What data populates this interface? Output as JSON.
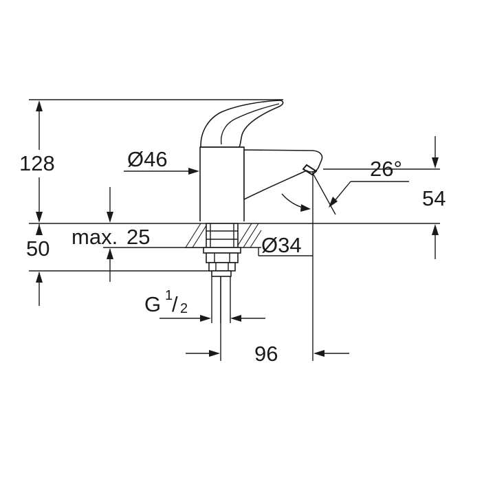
{
  "dimensions": {
    "height_total": "128",
    "max_deck": "max.",
    "max_deck_value": "25",
    "height_below": "50",
    "body_diameter": "Ø46",
    "base_diameter": "Ø34",
    "thread_main": "G",
    "thread_num": "1",
    "thread_sep": "/",
    "thread_den": "2",
    "reach": "96",
    "angle": "26°",
    "spout_height": "54"
  }
}
